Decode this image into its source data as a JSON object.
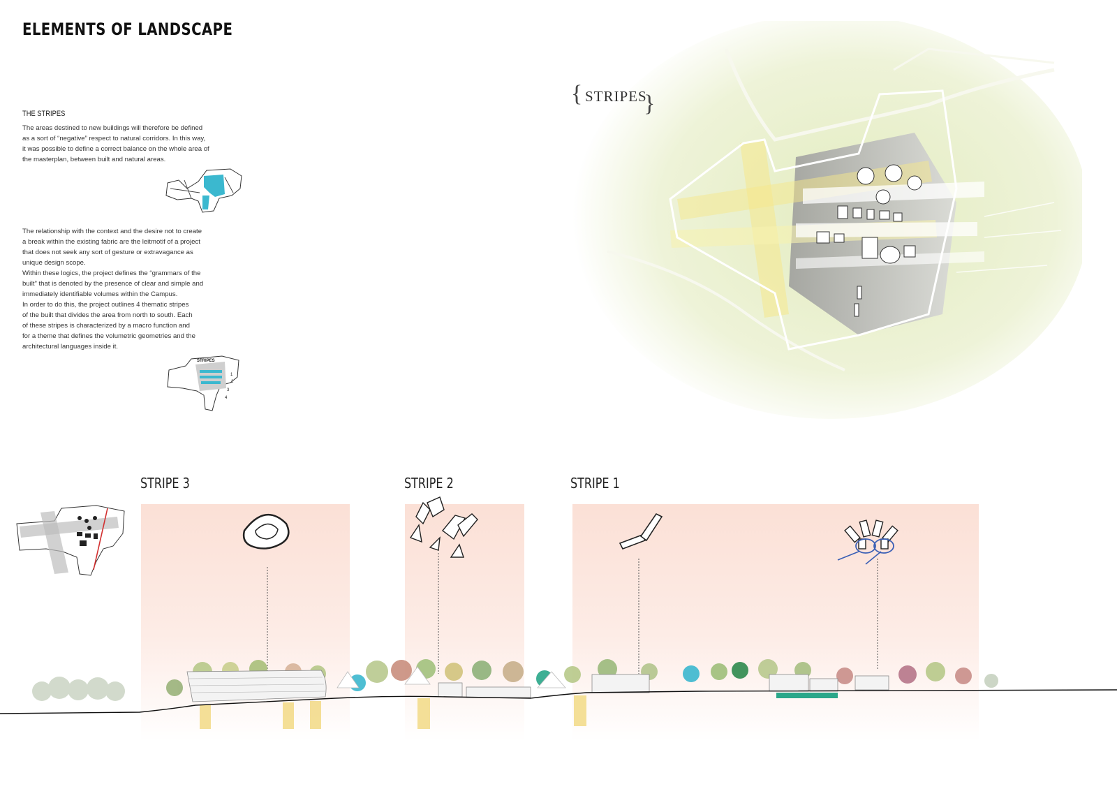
{
  "title": "ELEMENTS OF LANDSCAPE",
  "section_heading": "THE STRIPES",
  "paragraph_1": "The areas destined to new buildings will therefore be defined\nas a sort of “negative” respect to natural corridors. In this way,\nit was possible to define a correct balance on the whole area of\nthe masterplan, between built and natural areas.",
  "paragraph_2": "The relationship with the context and the desire not to create\na break within the existing fabric are the leitmotif of a project\nthat does not seek any sort of gesture or extravagance as\nunique design scope.\nWithin these logics, the project defines the “grammars of the\nbuilt” that is denoted by the presence of clear and simple and\nimmediately identifiable volumes within the Campus.\nIn order to do this, the project outlines 4 thematic stripes\nof the built that divides the area from north to south. Each\nof these stripes is characterized by a macro function and\nfor a theme that defines the volumetric geometries and the\narchitectural languages inside it.",
  "map_label": "STRIPES",
  "small_map_label": "STRIPES",
  "small_map_numbers": [
    "1",
    "2",
    "3",
    "4"
  ],
  "stripes": [
    {
      "label": "STRIPE 3"
    },
    {
      "label": "STRIPE 2"
    },
    {
      "label": "STRIPE 1"
    }
  ],
  "colors": {
    "band": "#fbe0d6",
    "accent_cyan": "#3bb8cf",
    "pillar": "#f3dc8c",
    "green_stripe": "#2aa789",
    "map_green": "#dfe9b8",
    "corridor_yellow": "#f5e88c",
    "blue_line": "#3a5fb5"
  }
}
